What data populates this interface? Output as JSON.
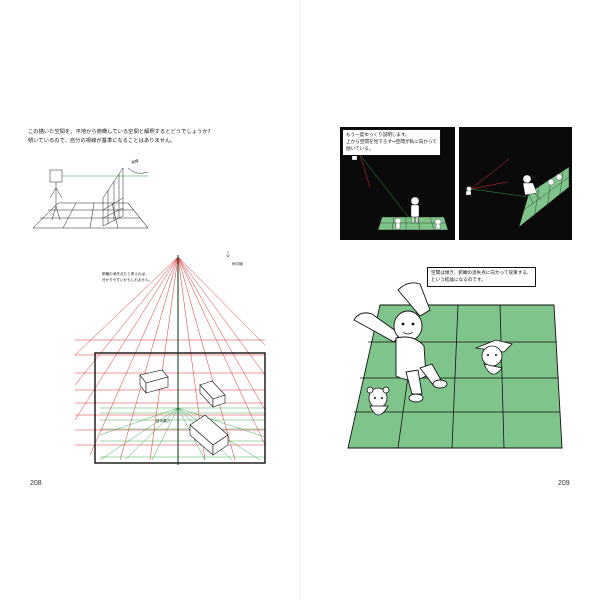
{
  "left_page": {
    "intro_text": [
      "この描いた空間を、平地から俯瞰している空間と解釈するとどうでしょうか?",
      "傾いているので、自分の視線が基準になることはありません。"
    ],
    "annotations": {
      "vanishing_note": [
        "俯瞰の消失点だと考えれば、",
        "分かりやすいかもしれません。"
      ],
      "horizon_label": "地平線",
      "ground_label": "目の高さ"
    },
    "page_number": "208"
  },
  "right_page": {
    "panel1_caption": [
      "もう一度ゆっくり説明します。",
      "上から空間を見下ろす⇒空間が私に向かって",
      "傾いている。"
    ],
    "panel3_caption": [
      "空間は傾き、俯瞰の消失点に向かって収束する、",
      "という結論になるのです。"
    ],
    "page_number": "209"
  },
  "colors": {
    "grid_green": "#7fc48a",
    "line_red": "#e0303a",
    "line_green": "#2aa044",
    "panel_black": "#0a0a0a",
    "ink": "#111111"
  }
}
